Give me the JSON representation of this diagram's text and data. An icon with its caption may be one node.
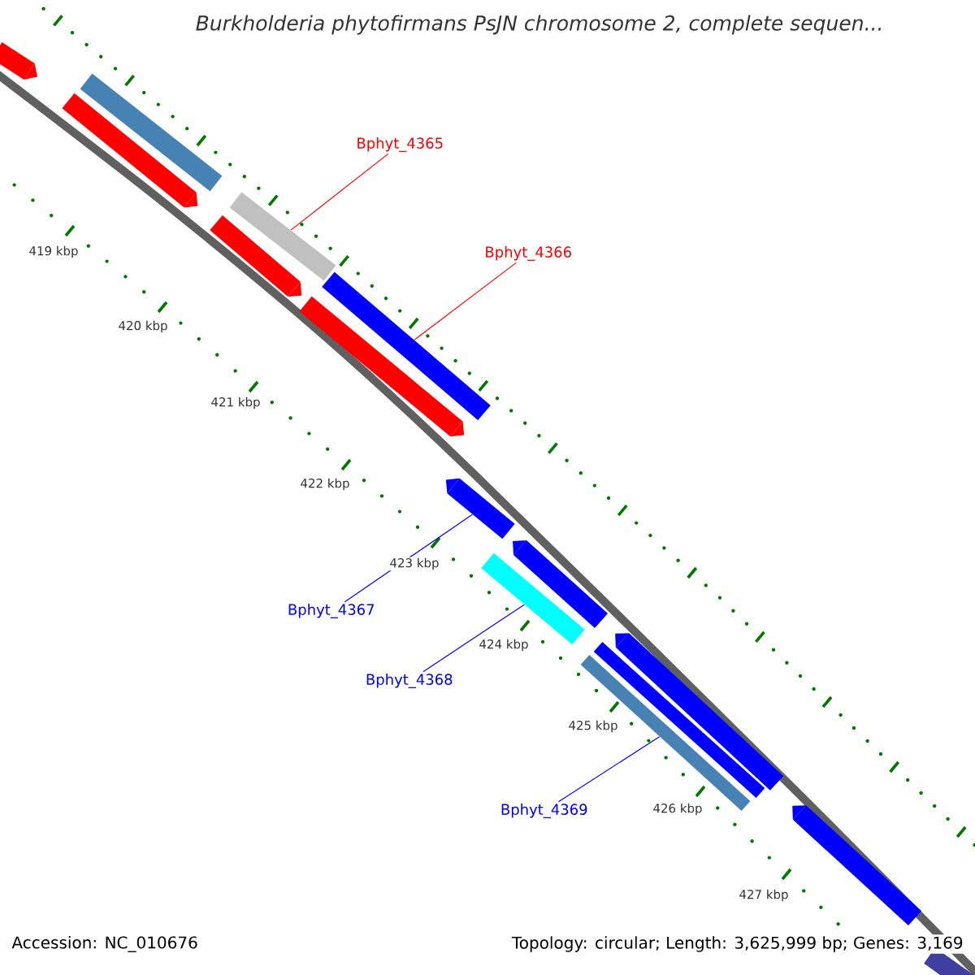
{
  "diagram": {
    "title": "Burkholderia phytofirmans PsJN chromosome 2, complete sequen...",
    "nodes": [
      {
        "text": [
          "Bphyt_4365"
        ]
      },
      {
        "text": [
          "Bphyt_4366"
        ]
      },
      {
        "text": [
          "Bphyt_4367"
        ]
      },
      {
        "text": [
          "Bphyt_4368"
        ]
      },
      {
        "text": [
          "Bphyt_4369"
        ]
      },
      {
        "text": [],
        "shape": "bar"
      },
      {
        "text": [],
        "shape": "bar"
      },
      {
        "text": [],
        "shape": "bar"
      },
      {
        "text": [],
        "shape": "bar"
      },
      {
        "text": [],
        "shape": "bar"
      },
      {
        "text": [],
        "shape": "bar"
      },
      {
        "text": [],
        "shape": "bar"
      },
      {
        "text": [],
        "shape": "bar"
      },
      {
        "text": [],
        "shape": "bar"
      },
      {
        "text": [],
        "shape": "bar"
      },
      {
        "text": [],
        "shape": "bar"
      },
      {
        "text": [],
        "shape": "bar"
      },
      {
        "text": [],
        "shape": "bar"
      },
      {
        "text": [],
        "shape": "bar"
      },
      {
        "text": [],
        "shape": "bar"
      }
    ],
    "edges": [
      {
        "from": 0,
        "to": 9,
        "arrow": "none",
        "color": "#ff0000"
      },
      {
        "from": 1,
        "to": 11,
        "arrow": "none",
        "color": "#ff0000"
      },
      {
        "from": 2,
        "to": 12,
        "arrow": "none"
      },
      {
        "from": 3,
        "to": 13,
        "arrow": "none"
      },
      {
        "from": 4,
        "to": 15,
        "arrow": "none"
      }
    ],
    "labels": [
      "419 kbp",
      "420 kbp",
      "421 kbp",
      "422 kbp",
      "423 kbp",
      "424 kbp",
      "425 kbp",
      "426 kbp",
      "427 kbp",
      "Accession: NC_010676",
      "Topology: circular; Length: 3,625,999 bp; Genes: 3,169"
    ]
  }
}
